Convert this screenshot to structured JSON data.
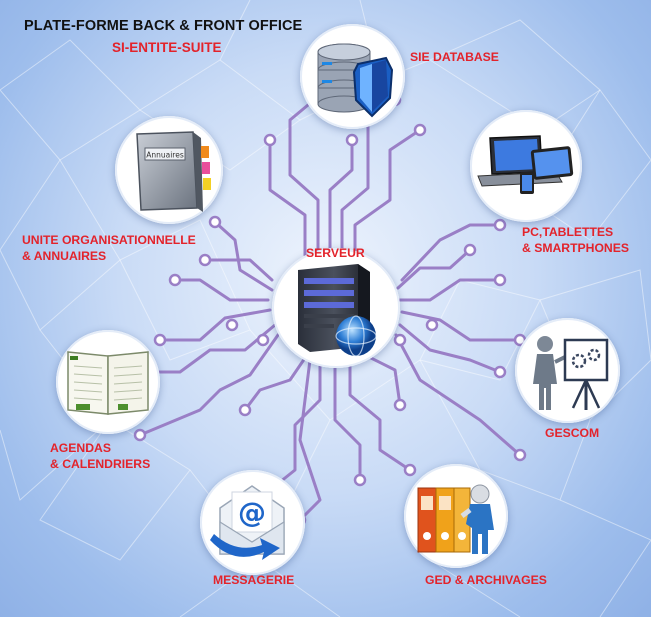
{
  "header": {
    "title": "PLATE-FORME BACK & FRONT OFFICE",
    "subtitle": "SI-ENTITE-SUITE"
  },
  "center": {
    "label": "SERVEUR"
  },
  "nodes": {
    "database": {
      "label": "SIE DATABASE",
      "icon": "database-shield-icon"
    },
    "devices": {
      "line1": "PC,TABLETTES",
      "line2": "& SMARTPHONES",
      "icon": "devices-icon"
    },
    "gescom": {
      "label": "GESCOM",
      "icon": "presentation-board-icon"
    },
    "archives": {
      "label": "GED & ARCHIVAGES",
      "icon": "binders-icon"
    },
    "messagerie": {
      "label": "MESSAGERIE",
      "icon": "email-envelope-icon"
    },
    "agendas": {
      "line1": "AGENDAS",
      "line2": "& CALENDRIERS",
      "icon": "agenda-book-icon"
    },
    "annuaires": {
      "line1": "UNITE ORGANISATIONNELLE",
      "line2": "& ANNUAIRES",
      "icon": "annuaire-book-icon",
      "book_text": "Annuaires"
    }
  },
  "colors": {
    "circuit": "#9a7fc6",
    "label": "#e3232b",
    "title": "#111111",
    "background": "#9dbdec"
  }
}
